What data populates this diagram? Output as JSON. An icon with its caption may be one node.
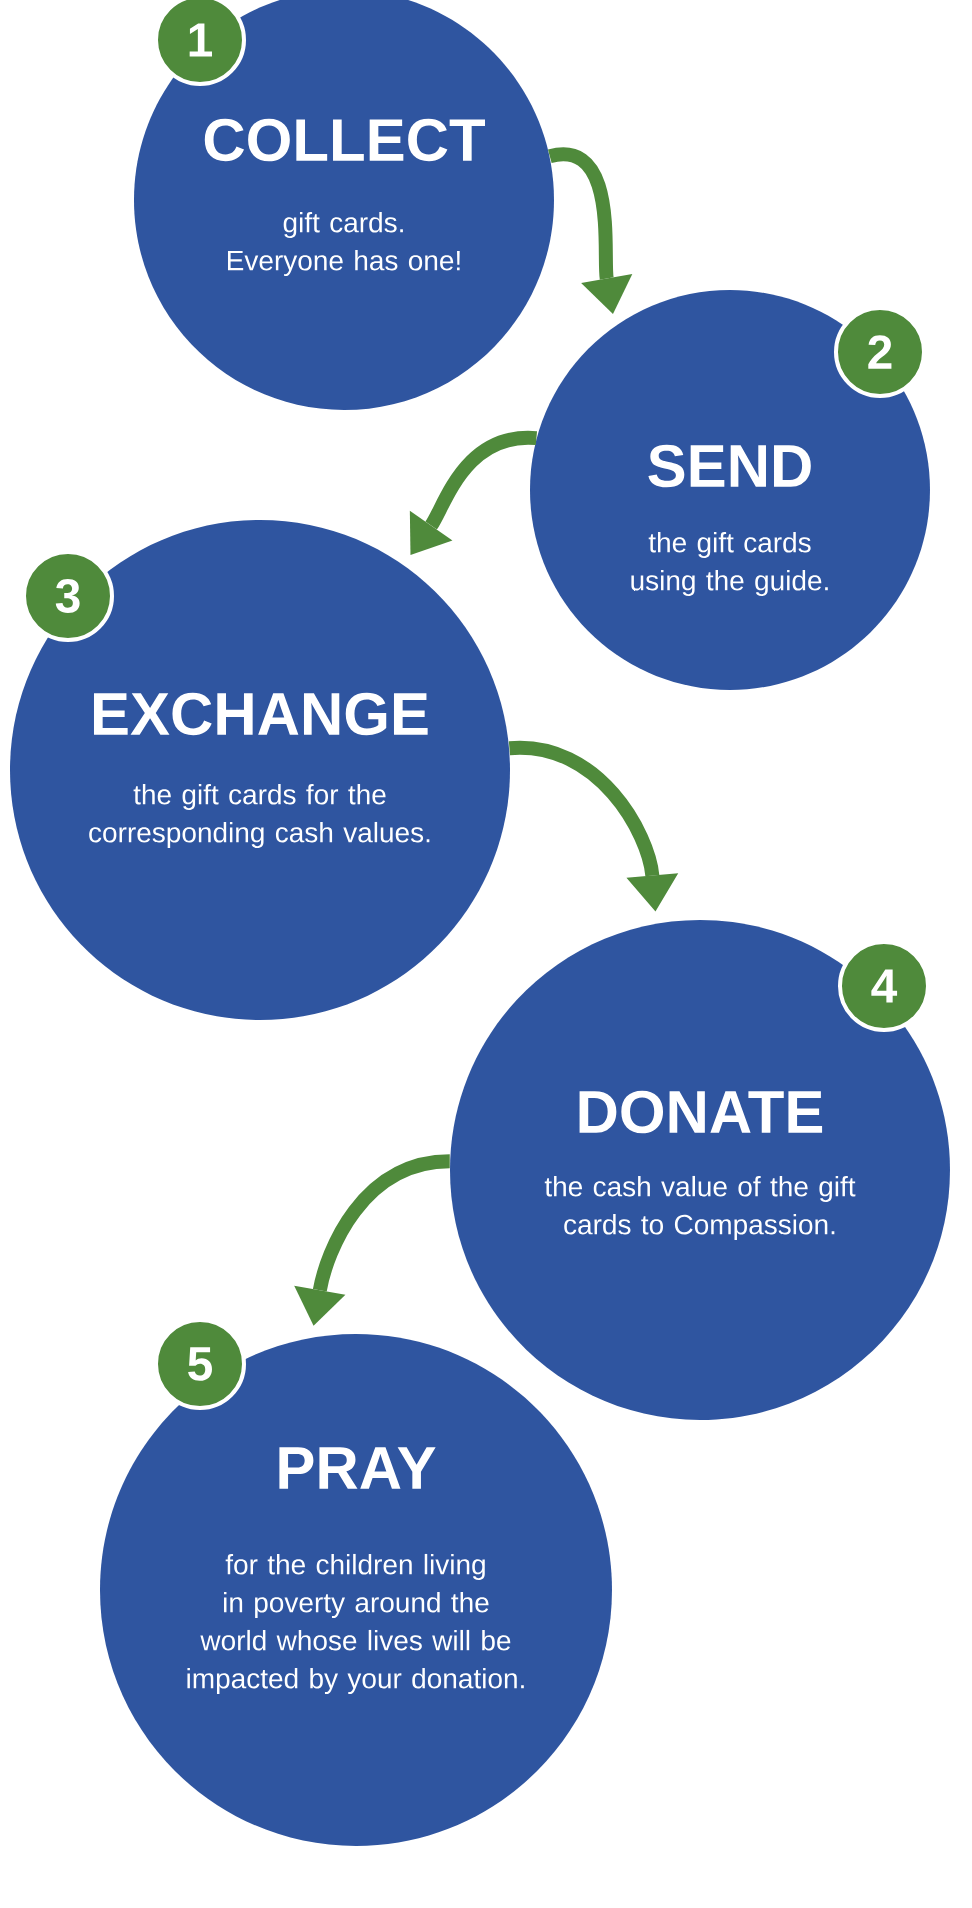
{
  "diagram": {
    "nodes": [
      {
        "text": [
          "1"
        ]
      },
      {
        "text": [
          "COLLECT",
          "gift cards. Everyone has one!"
        ]
      },
      {
        "text": [
          "2"
        ]
      },
      {
        "text": [
          "SEND",
          "the gift cards using the guide."
        ]
      },
      {
        "text": [
          "3"
        ]
      },
      {
        "text": [
          "EXCHANGE",
          "the gift cards for the corresponding cash values."
        ]
      },
      {
        "text": [
          "4"
        ]
      },
      {
        "text": [
          "DONATE",
          "the cash value of the gift cards to Compassion."
        ]
      },
      {
        "text": [
          "5"
        ]
      },
      {
        "text": [
          "PRAY",
          "for the children living in poverty around the world whose lives will be impacted by your donation."
        ]
      }
    ],
    "edges": [
      {
        "from": 1,
        "to": 3,
        "arrow": "to"
      },
      {
        "from": 3,
        "to": 5,
        "arrow": "to"
      },
      {
        "from": 5,
        "to": 7,
        "arrow": "to"
      },
      {
        "from": 7,
        "to": 9,
        "arrow": "to"
      }
    ]
  }
}
